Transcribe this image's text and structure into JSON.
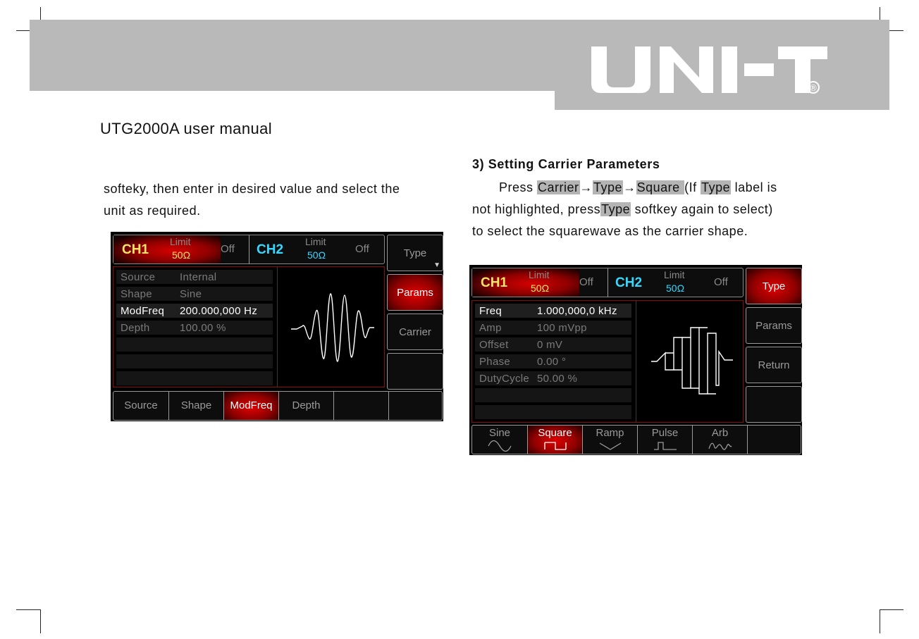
{
  "brand": {
    "logo_text": "UNI-T",
    "registered": "®"
  },
  "doc_title": "UTG2000A user manual",
  "left_text": {
    "line1": "softeky, then enter in desired value and select the",
    "line2": "unit as required."
  },
  "right_text": {
    "heading": "3) Setting Carrier Parameters",
    "press": "Press ",
    "carrier": "Carrier",
    "arrow": "→",
    "type": "Type",
    "square": "Square ",
    "if_open": "(If ",
    "label_is": " label is",
    "not_highlighted": "not highlighted, press",
    "softkey_again": " softkey again to select)",
    "line3": "to select the squarewave as the carrier shape."
  },
  "screen1": {
    "ch1": {
      "name": "CH1",
      "limit_label": "Limit",
      "ohm": "50Ω",
      "state": "Off"
    },
    "ch2": {
      "name": "CH2",
      "limit_label": "Limit",
      "ohm": "50Ω",
      "state": "Off"
    },
    "params": [
      {
        "label": "Source",
        "value": "Internal"
      },
      {
        "label": "Shape",
        "value": "Sine"
      },
      {
        "label": "ModFreq",
        "value": "200.000,000 Hz",
        "selected": true
      },
      {
        "label": "Depth",
        "value": "100.00 %"
      }
    ],
    "side_buttons": [
      {
        "label": "Type",
        "arrow": "▼"
      },
      {
        "label": "Params",
        "active": true
      },
      {
        "label": "Carrier"
      },
      {
        "label": ""
      }
    ],
    "bottom_buttons": [
      {
        "label": "Source"
      },
      {
        "label": "Shape"
      },
      {
        "label": "ModFreq",
        "active": true
      },
      {
        "label": "Depth"
      },
      {
        "label": ""
      },
      {
        "label": ""
      }
    ]
  },
  "screen2": {
    "ch1": {
      "name": "CH1",
      "limit_label": "Limit",
      "ohm": "50Ω",
      "state": "Off"
    },
    "ch2": {
      "name": "CH2",
      "limit_label": "Limit",
      "ohm": "50Ω",
      "state": "Off"
    },
    "params": [
      {
        "label": "Freq",
        "value": "1.000,000,0 kHz",
        "selected": true
      },
      {
        "label": "Amp",
        "value": "100 mVpp"
      },
      {
        "label": "Offset",
        "value": "0 mV"
      },
      {
        "label": "Phase",
        "value": "0.00 °"
      },
      {
        "label": "DutyCycle",
        "value": "50.00 %"
      }
    ],
    "side_buttons": [
      {
        "label": "Type",
        "active": true
      },
      {
        "label": "Params"
      },
      {
        "label": "Return"
      },
      {
        "label": ""
      }
    ],
    "bottom_buttons": [
      {
        "label": "Sine",
        "icon": "sine-wave-icon"
      },
      {
        "label": "Square",
        "icon": "square-wave-icon",
        "active": true
      },
      {
        "label": "Ramp",
        "icon": "ramp-wave-icon"
      },
      {
        "label": "Pulse",
        "icon": "pulse-wave-icon"
      },
      {
        "label": "Arb",
        "icon": "arb-wave-icon"
      },
      {
        "label": ""
      }
    ]
  },
  "colors": {
    "ch1": "#ffe566",
    "ch2": "#35d9ff",
    "active_red": "#d40000",
    "header_gray": "#b9b9b9"
  }
}
